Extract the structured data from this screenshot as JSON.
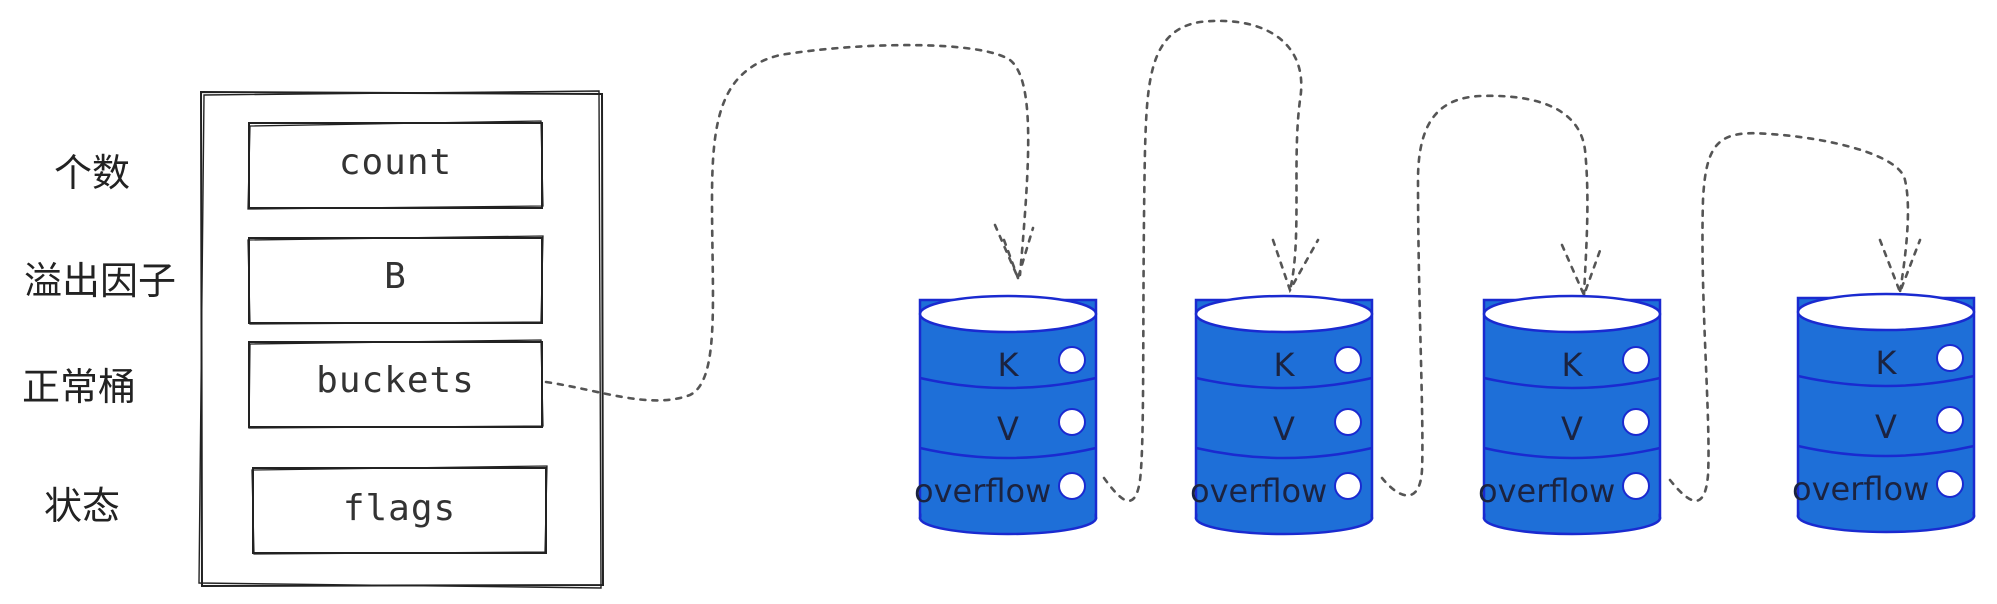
{
  "struct": {
    "fields": [
      {
        "label": "个数",
        "value": "count"
      },
      {
        "label": "溢出因子",
        "value": "B"
      },
      {
        "label": "正常桶",
        "value": "buckets"
      },
      {
        "label": "状态",
        "value": "flags"
      }
    ]
  },
  "bucket": {
    "fill_color": "#1e6fd8",
    "stroke_color": "#1a2ad0",
    "key_label": "K",
    "value_label": "V",
    "overflow_label": "overflow",
    "count": 4
  },
  "arrow_color": "#555555"
}
